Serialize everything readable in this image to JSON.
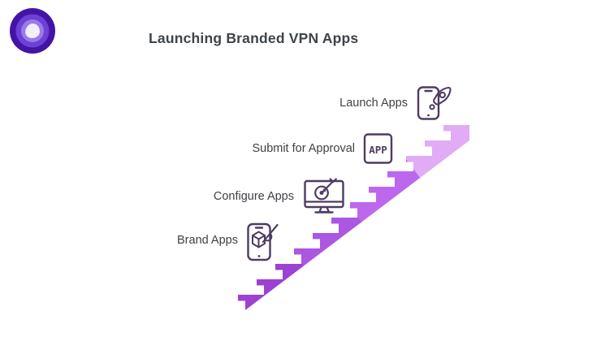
{
  "header": {
    "title": "Launching Branded VPN Apps"
  },
  "logo": {
    "icon": "vpn-brand-logo-icon",
    "outer": "#4414a6",
    "ring": "#6b41d6",
    "inner": "#9d7ae9",
    "core": "#f2eefc"
  },
  "steps": [
    {
      "label": "Brand Apps",
      "icon": "phone-cube-paintbrush-icon"
    },
    {
      "label": "Configure Apps",
      "icon": "monitor-dart-target-icon"
    },
    {
      "label": "Submit for Approval",
      "icon": "app-box-icon",
      "icon_text": "APP"
    },
    {
      "label": "Launch Apps",
      "icon": "phone-rocket-icon"
    }
  ],
  "stairs": {
    "total_steps": 12,
    "bands": 4,
    "steps_per_band": 3,
    "band_colors": [
      "#9c41d1",
      "#ab57e1",
      "#bd67ee",
      "#e1abf6"
    ]
  },
  "colors": {
    "icon_stroke": "#4e3c63",
    "label_text": "#3e4145",
    "title_text": "#3e4449",
    "background": "#ffffff"
  }
}
